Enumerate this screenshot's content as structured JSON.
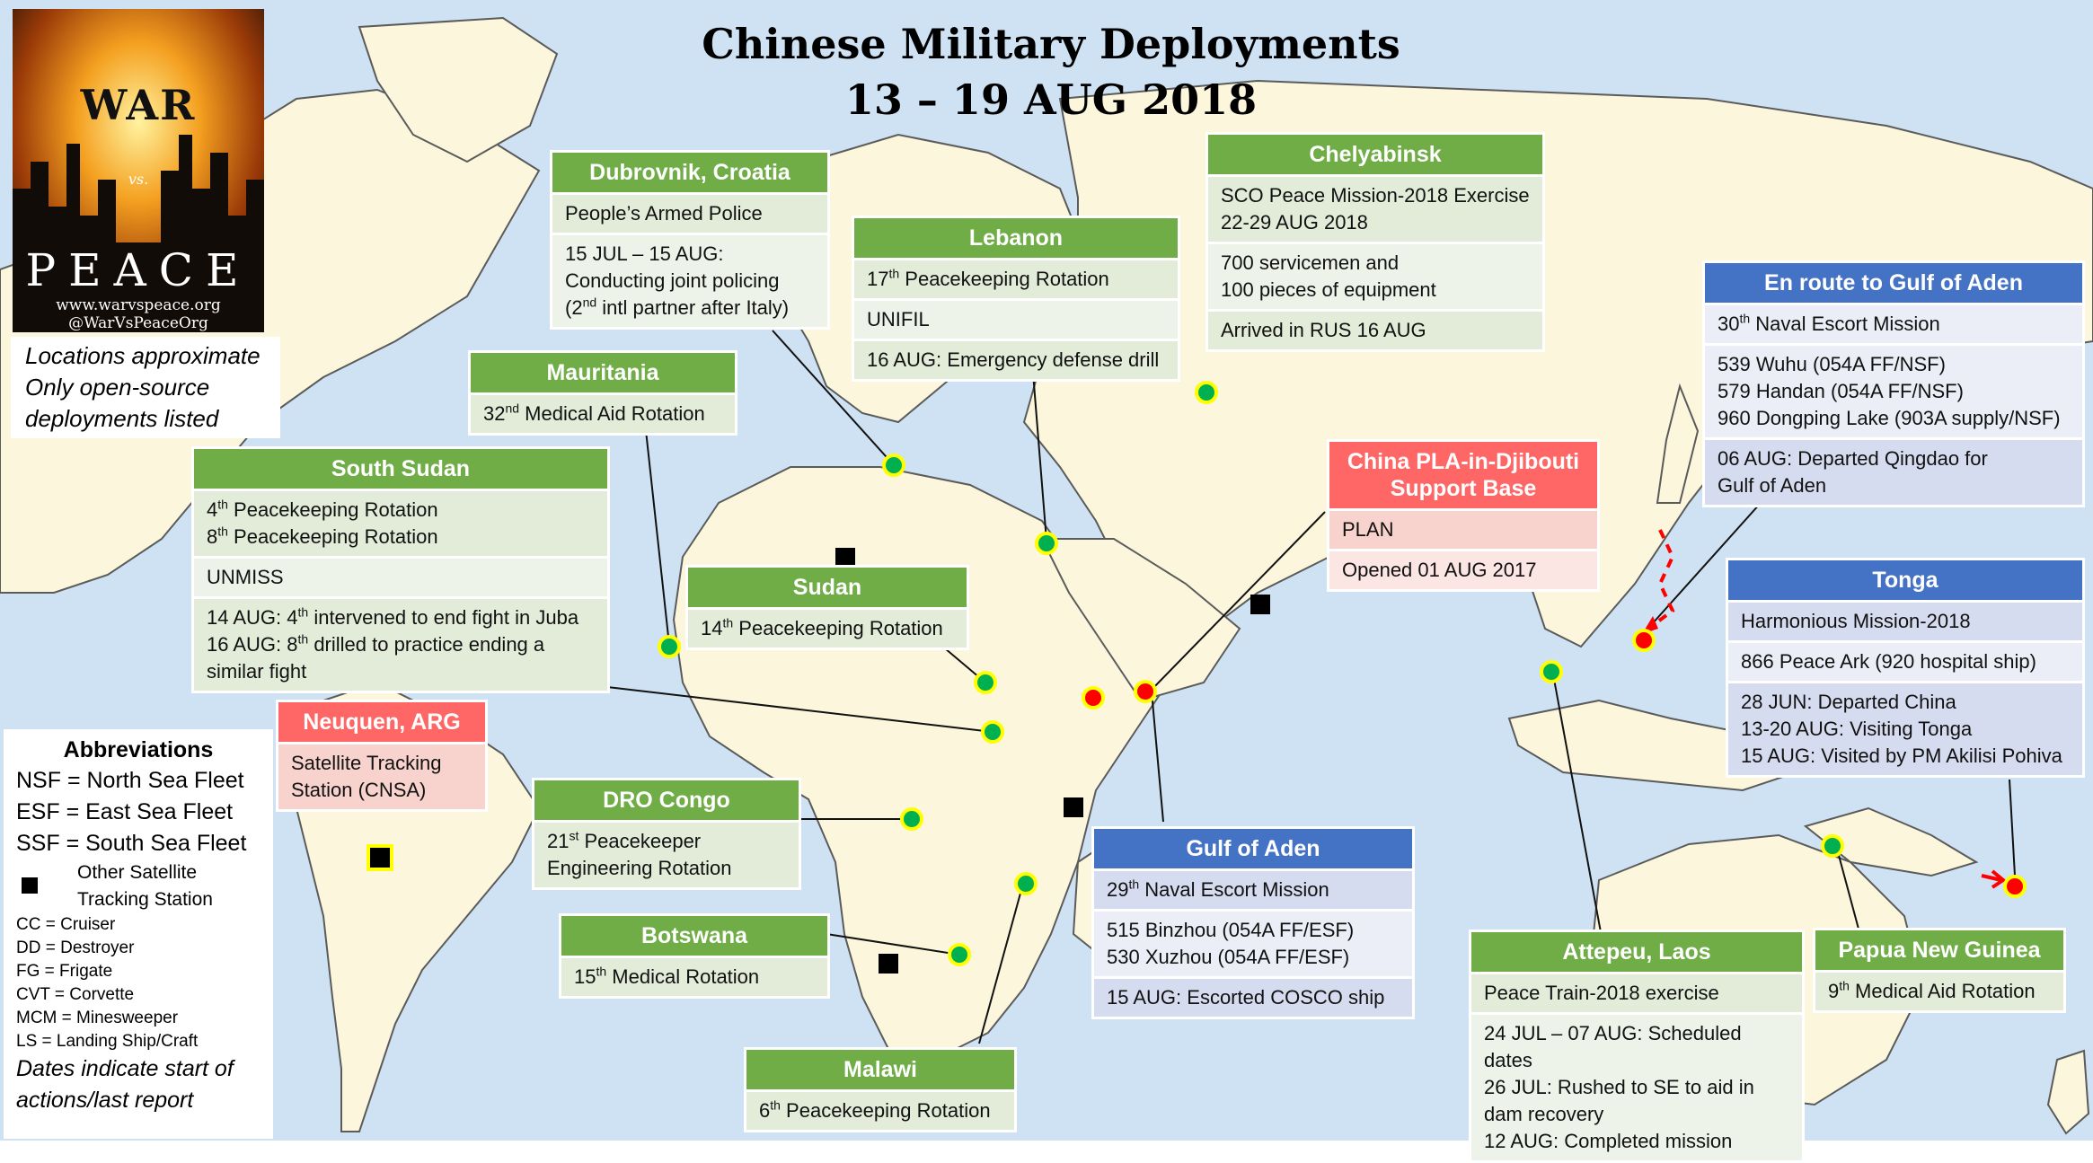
{
  "title": {
    "line1": "Chinese Military Deployments",
    "line2": "13 – 19 AUG 2018"
  },
  "logo": {
    "war": "WAR",
    "vs": "vs.",
    "peace": "PEACE",
    "site": "www.warvspeace.org",
    "handle": "@WarVsPeaceOrg"
  },
  "notes": {
    "line1": "Locations approximate",
    "line2": "Only open-source",
    "line3": "deployments listed"
  },
  "abbreviations": {
    "heading": "Abbreviations",
    "nsf": "NSF = North Sea Fleet",
    "esf": "ESF = East Sea Fleet",
    "ssf": "SSF = South Sea Fleet",
    "sat1": "Other Satellite",
    "sat2": "Tracking Station",
    "cc": "CC = Cruiser",
    "dd": "DD = Destroyer",
    "fg": "FG = Frigate",
    "cvt": "CVT = Corvette",
    "mcm": "MCM = Minesweeper",
    "ls": "LS = Landing Ship/Craft",
    "dates1": "Dates indicate start of",
    "dates2": "actions/last report"
  },
  "colors": {
    "ocean": "#cfe2f3",
    "land": "#fbf6dc",
    "border": "#5b5b5b",
    "green_header": "#70ad47",
    "blue_header": "#4472c4",
    "red_header": "#ff6666",
    "marker_green": "#00b050",
    "marker_ring": "#ffff00",
    "marker_red": "#ff0000"
  },
  "boxes": {
    "dubrovnik": {
      "header": "Dubrovnik, Croatia",
      "r1": "People’s Armed Police",
      "r2a": "15 JUL – 15 AUG:",
      "r2b": "Conducting joint policing",
      "r2c_pre": "(2",
      "r2c_sup": "nd",
      "r2c_post": " intl partner after Italy)"
    },
    "lebanon": {
      "header": "Lebanon",
      "r1_pre": "17",
      "r1_sup": "th",
      "r1_post": " Peacekeeping Rotation",
      "r2": "UNIFIL",
      "r3": "16 AUG: Emergency defense drill"
    },
    "chelyabinsk": {
      "header": "Chelyabinsk",
      "r1a": "SCO Peace Mission-2018 Exercise",
      "r1b": "22-29 AUG 2018",
      "r2a": "700 servicemen and",
      "r2b": "100 pieces of equipment",
      "r3": "Arrived in RUS 16 AUG"
    },
    "mauritania": {
      "header": "Mauritania",
      "r1_pre": "32",
      "r1_sup": "nd",
      "r1_post": " Medical Aid Rotation"
    },
    "south_sudan": {
      "header": "South Sudan",
      "r1a_pre": "4",
      "r1a_sup": "th",
      "r1a_post": " Peacekeeping Rotation",
      "r1b_pre": "8",
      "r1b_sup": "th",
      "r1b_post": " Peacekeeping Rotation",
      "r2": "UNMISS",
      "r3a_pre": "14 AUG: 4",
      "r3a_sup": "th",
      "r3a_post": " intervened to end fight in Juba",
      "r3b_pre": "16 AUG: 8",
      "r3b_sup": "th",
      "r3b_post": " drilled to practice ending a",
      "r3c": "similar fight"
    },
    "sudan": {
      "header": "Sudan",
      "r1_pre": "14",
      "r1_sup": "th",
      "r1_post": " Peacekeeping Rotation"
    },
    "djibouti": {
      "header1": "China PLA-in-Djibouti",
      "header2": "Support Base",
      "r1": "PLAN",
      "r2": "Opened 01 AUG 2017"
    },
    "enroute": {
      "header": "En route to Gulf of Aden",
      "r1_pre": "30",
      "r1_sup": "th",
      "r1_post": " Naval Escort Mission",
      "r2a": "539 Wuhu (054A FF/NSF)",
      "r2b": "579 Handan (054A FF/NSF)",
      "r2c": "960 Dongping Lake (903A supply/NSF)",
      "r3a": "06 AUG: Departed Qingdao for",
      "r3b": "Gulf of Aden"
    },
    "tonga": {
      "header": "Tonga",
      "r1": "Harmonious Mission-2018",
      "r2": "866 Peace Ark (920 hospital ship)",
      "r3a": "28 JUN: Departed China",
      "r3b": "13-20 AUG: Visiting Tonga",
      "r3c": "15 AUG: Visited by PM Akilisi Pohiva"
    },
    "neuquen": {
      "header": "Neuquen, ARG",
      "r1a": "Satellite Tracking",
      "r1b": "Station (CNSA)"
    },
    "congo": {
      "header": "DRO Congo",
      "r1_pre": "21",
      "r1_sup": "st",
      "r1_post": " Peacekeeper",
      "r1b": "Engineering Rotation"
    },
    "gulf": {
      "header": "Gulf of Aden",
      "r1_pre": "29",
      "r1_sup": "th",
      "r1_post": " Naval Escort Mission",
      "r2a": "515 Binzhou (054A FF/ESF)",
      "r2b": "530 Xuzhou (054A FF/ESF)",
      "r3": "15 AUG: Escorted COSCO ship"
    },
    "botswana": {
      "header": "Botswana",
      "r1_pre": "15",
      "r1_sup": "th",
      "r1_post": " Medical Rotation"
    },
    "malawi": {
      "header": "Malawi",
      "r1_pre": "6",
      "r1_sup": "th",
      "r1_post": " Peacekeeping Rotation"
    },
    "attepeu": {
      "header": "Attepeu, Laos",
      "r1": "Peace Train-2018 exercise",
      "r2a": "24 JUL – 07 AUG: Scheduled dates",
      "r2b": "26 JUL: Rushed to SE to aid in",
      "r2c": "dam recovery",
      "r2d": "12 AUG: Completed mission"
    },
    "png": {
      "header": "Papua New Guinea",
      "r1_pre": "9",
      "r1_sup": "th",
      "r1_post": " Medical Aid Rotation"
    }
  }
}
